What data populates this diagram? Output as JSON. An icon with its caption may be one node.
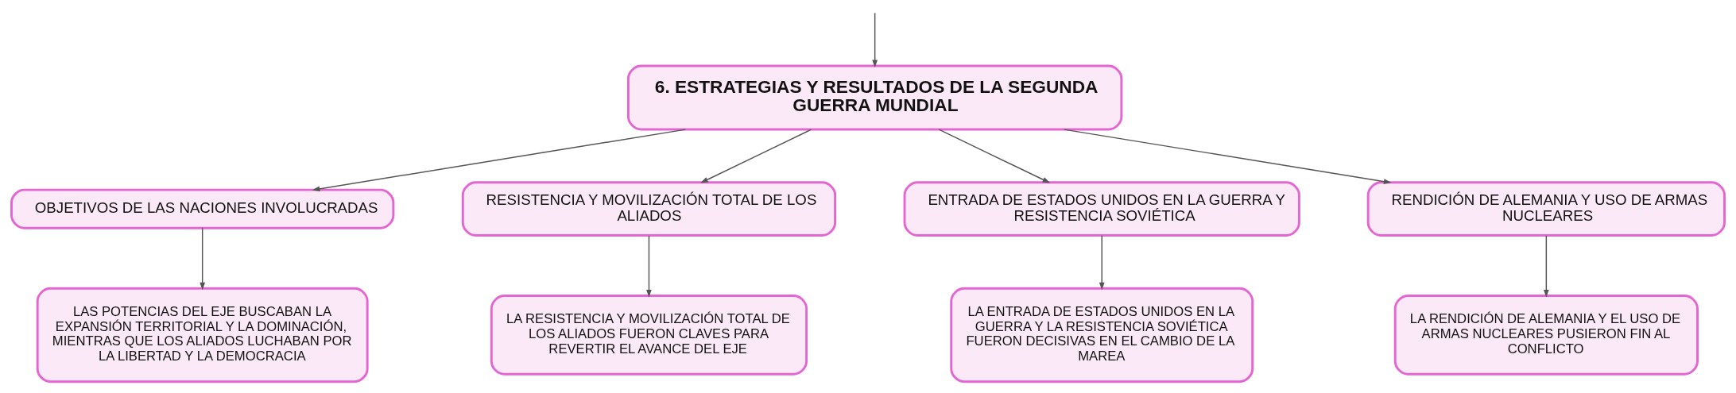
{
  "diagram": {
    "nodes": [
      {
        "text": [
          "6. ESTRATEGIAS Y RESULTADOS DE LA SEGUNDA GUERRA MUNDIAL"
        ]
      },
      {
        "text": [
          "OBJETIVOS DE LAS NACIONES INVOLUCRADAS"
        ]
      },
      {
        "text": [
          "RESISTENCIA Y MOVILIZACIÓN TOTAL DE LOS ALIADOS"
        ]
      },
      {
        "text": [
          "ENTRADA DE ESTADOS UNIDOS EN LA GUERRA Y RESISTENCIA SOVIÉTICA"
        ]
      },
      {
        "text": [
          "RENDICIÓN DE ALEMANIA Y USO DE ARMAS NUCLEARES"
        ]
      },
      {
        "text": [
          "LAS POTENCIAS DEL EJE BUSCABAN LA EXPANSIÓN TERRITORIAL Y LA DOMINACIÓN, MIENTRAS QUE LOS ALIADOS LUCHABAN POR LA LIBERTAD Y LA DEMOCRACIA"
        ]
      },
      {
        "text": [
          "LA RESISTENCIA Y MOVILIZACIÓN TOTAL DE LOS ALIADOS FUERON CLAVES PARA REVERTIR EL AVANCE DEL EJE"
        ]
      },
      {
        "text": [
          "LA ENTRADA DE ESTADOS UNIDOS EN LA GUERRA Y LA RESISTENCIA SOVIÉTICA FUERON DECISIVAS EN EL CAMBIO DE LA MAREA"
        ]
      },
      {
        "text": [
          "LA RENDICIÓN DE ALEMANIA Y EL USO DE ARMAS NUCLEARES PUSIERON FIN AL CONFLICTO"
        ]
      }
    ],
    "edges": [
      {
        "from": null,
        "to": 0,
        "arrow": "to"
      },
      {
        "from": 0,
        "to": 1,
        "arrow": "to"
      },
      {
        "from": 0,
        "to": 2,
        "arrow": "to"
      },
      {
        "from": 0,
        "to": 3,
        "arrow": "to"
      },
      {
        "from": 0,
        "to": 4,
        "arrow": "to"
      },
      {
        "from": 1,
        "to": 5,
        "arrow": "to"
      },
      {
        "from": 2,
        "to": 6,
        "arrow": "to"
      },
      {
        "from": 3,
        "to": 7,
        "arrow": "to"
      },
      {
        "from": 4,
        "to": 8,
        "arrow": "to"
      }
    ]
  }
}
